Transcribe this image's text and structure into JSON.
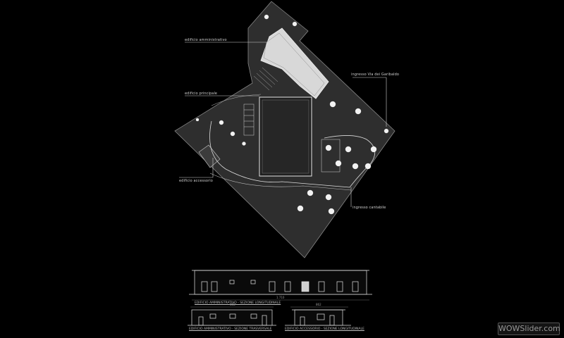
{
  "plan": {
    "labels": {
      "admin_building": "edificio amministrativo",
      "main_building": "edificio principale",
      "accessory_building": "edificio accessorio",
      "entrance_garibaldi": "ingresso Via dei Garibaldo",
      "side_entrance": "ingresso cantabile"
    }
  },
  "sections": {
    "longitudinal": {
      "caption": "EDIFICIO AMMINISTRATIVO - SEZIONE LONGITUDINALE",
      "dimension": "1.710"
    },
    "transverse": {
      "caption": "EDIFICIO AMMINISTRATIVO - SEZIONE TRASVERSALE",
      "dimension": "458"
    },
    "accessory": {
      "caption": "EDIFICIO ACCESSORIO - SEZIONE LONGITUDINALE",
      "dimension": "862"
    }
  },
  "watermark": {
    "text": "WOWSlider.com"
  },
  "colors": {
    "background": "#000000",
    "site": "#2f2f2f",
    "line": "#e6e6e6",
    "roof": "#d6d6d6"
  }
}
